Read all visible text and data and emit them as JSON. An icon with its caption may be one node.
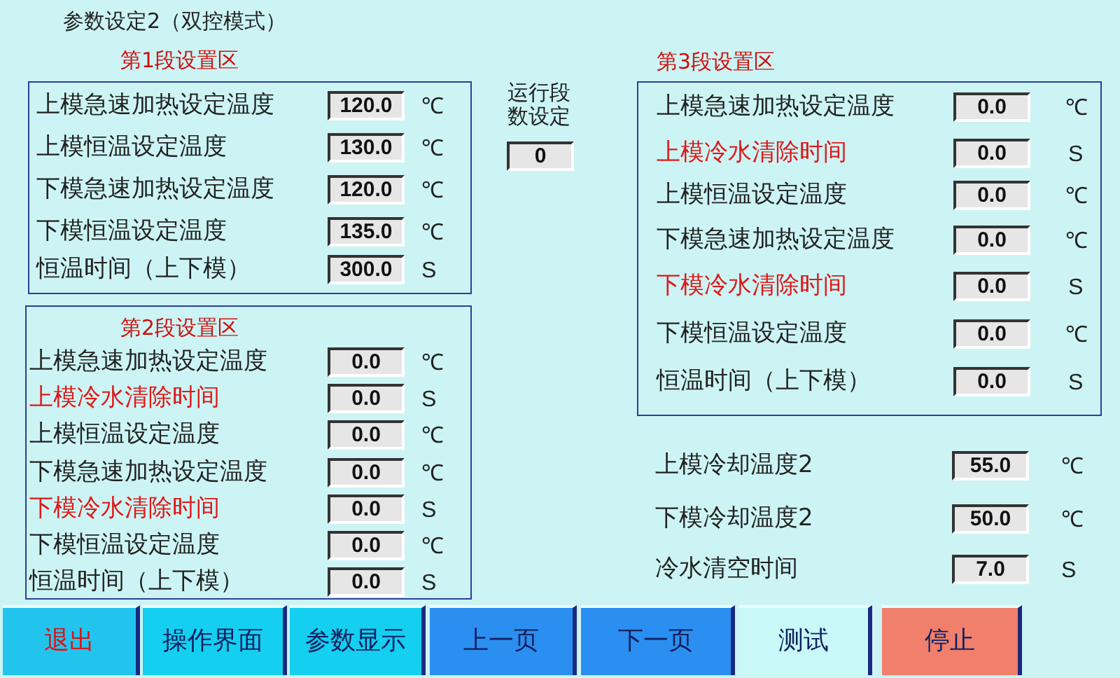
{
  "diagram": {
    "title": "参数设定2（双控模式）",
    "nodes": [
      {
        "text": [
          "第1段设置区"
        ]
      },
      {
        "text": [
          "120.0"
        ],
        "beside": [
          "℃"
        ],
        "in": 0
      },
      {
        "text": [
          "130.0"
        ],
        "beside": [
          "℃"
        ],
        "in": 0
      },
      {
        "text": [
          "120.0"
        ],
        "beside": [
          "℃"
        ],
        "in": 0
      },
      {
        "text": [
          "135.0"
        ],
        "beside": [
          "℃"
        ],
        "in": 0
      },
      {
        "text": [
          "300.0"
        ],
        "beside": [
          "S"
        ],
        "in": 0
      },
      {
        "text": [
          "0"
        ],
        "beside": [
          "运行段数设定"
        ]
      },
      {
        "text": [
          "第2段设置区"
        ]
      },
      {
        "text": [
          "0.0"
        ],
        "beside": [
          "℃"
        ],
        "in": 7
      },
      {
        "text": [
          "0.0"
        ],
        "beside": [
          "S"
        ],
        "in": 7
      },
      {
        "text": [
          "0.0"
        ],
        "beside": [
          "℃"
        ],
        "in": 7
      },
      {
        "text": [
          "0.0"
        ],
        "beside": [
          "℃"
        ],
        "in": 7
      },
      {
        "text": [
          "0.0"
        ],
        "beside": [
          "S"
        ],
        "in": 7
      },
      {
        "text": [
          "0.0"
        ],
        "beside": [
          "℃"
        ],
        "in": 7
      },
      {
        "text": [
          "0.0"
        ],
        "beside": [
          "S"
        ],
        "in": 7
      },
      {
        "text": [
          "第3段设置区"
        ]
      },
      {
        "text": [
          "0.0"
        ],
        "beside": [
          "℃"
        ],
        "in": 15
      },
      {
        "text": [
          "0.0"
        ],
        "beside": [
          "S"
        ],
        "in": 15
      },
      {
        "text": [
          "0.0"
        ],
        "beside": [
          "℃"
        ],
        "in": 15
      },
      {
        "text": [
          "0.0"
        ],
        "beside": [
          "℃"
        ],
        "in": 15
      },
      {
        "text": [
          "0.0"
        ],
        "beside": [
          "S"
        ],
        "in": 15
      },
      {
        "text": [
          "0.0"
        ],
        "beside": [
          "℃"
        ],
        "in": 15
      },
      {
        "text": [
          "0.0"
        ],
        "beside": [
          "S"
        ],
        "in": 15
      },
      {
        "text": [
          "55.0"
        ],
        "beside": [
          "℃"
        ]
      },
      {
        "text": [
          "50.0"
        ],
        "beside": [
          "℃"
        ]
      },
      {
        "text": [
          "7.0"
        ],
        "beside": [
          "S"
        ]
      },
      {
        "text": [
          "退出"
        ]
      },
      {
        "text": [
          "操作界面"
        ]
      },
      {
        "text": [
          "参数显示"
        ]
      },
      {
        "text": [
          "上一页"
        ]
      },
      {
        "text": [
          "下一页"
        ]
      },
      {
        "text": [
          "测试"
        ]
      },
      {
        "text": [
          "停止"
        ]
      }
    ],
    "labels": [
      "上模急速加热设定温度",
      "上模恒温设定温度",
      "下模急速加热设定温度",
      "下模恒温设定温度",
      "恒温时间（上下模）",
      "上模急速加热设定温度",
      "上模冷水清除时间",
      "上模恒温设定温度",
      "下模急速加热设定温度",
      "下模冷水清除时间",
      "下模恒温设定温度",
      "恒温时间（上下模）",
      "上模急速加热设定温度",
      "上模冷水清除时间",
      "上模恒温设定温度",
      "下模急速加热设定温度",
      "下模冷水清除时间",
      "下模恒温设定温度",
      "恒温时间（上下模）",
      "上模冷却温度2",
      "下模冷却温度2",
      "冷水清空时间"
    ]
  }
}
